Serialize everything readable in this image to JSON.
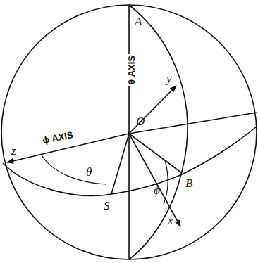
{
  "diagram": {
    "labels": [
      "A",
      "θ AXIS",
      "y",
      "O",
      "ϕ AXIS",
      "z",
      "θ",
      "S",
      "B",
      "ϕ",
      "x"
    ]
  }
}
